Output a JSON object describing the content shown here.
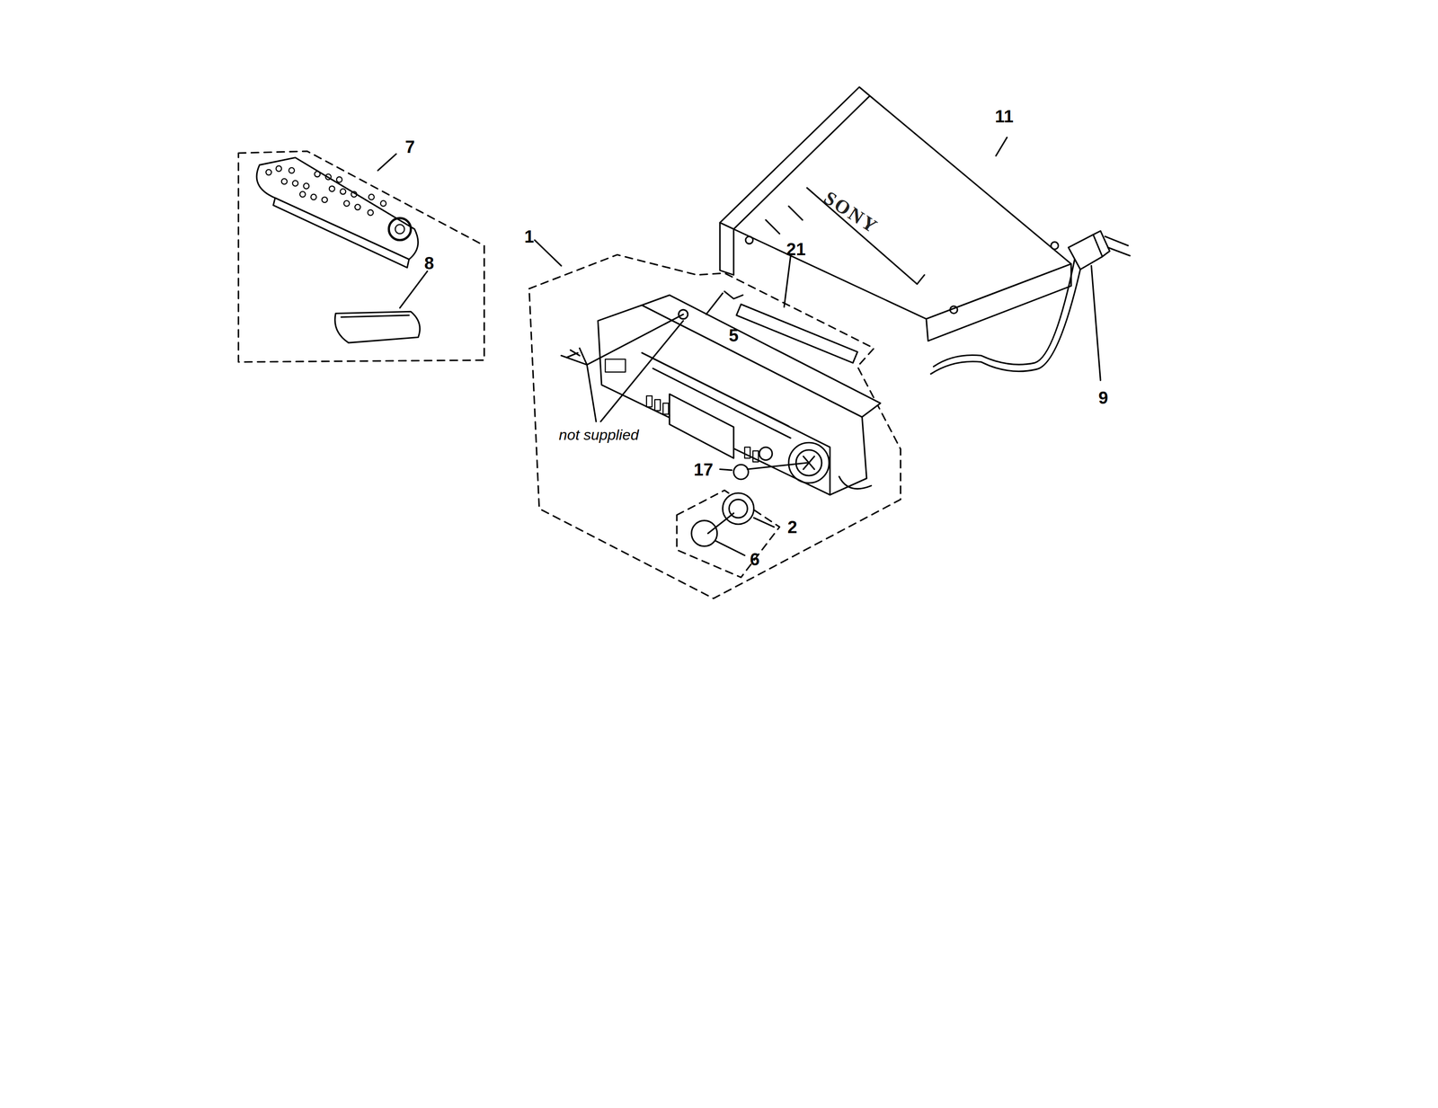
{
  "diagram": {
    "labels": [
      "7",
      "8",
      "11",
      "SONY",
      "21",
      "1",
      "5",
      "9",
      "not supplied",
      "17",
      "2",
      "6"
    ]
  }
}
